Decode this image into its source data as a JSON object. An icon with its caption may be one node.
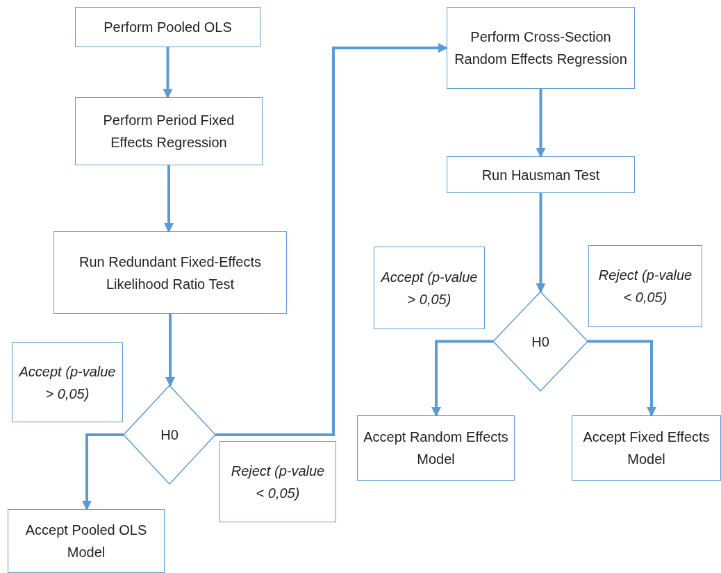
{
  "diagram": {
    "nodes": [
      {
        "text": [
          "Perform Pooled OLS"
        ]
      },
      {
        "text": [
          "Perform Period Fixed Effects Regression"
        ]
      },
      {
        "text": [
          "Run Redundant Fixed-Effects Likelihood Ratio Test"
        ]
      },
      {
        "text": [
          "Accept (p-value > 0,05)"
        ]
      },
      {
        "text": [
          "H0"
        ]
      },
      {
        "text": [
          "Reject (p-value < 0,05)"
        ]
      },
      {
        "text": [
          "Accept Pooled OLS Model"
        ]
      },
      {
        "text": [
          "Perform Cross-Section Random Effects Regression"
        ]
      },
      {
        "text": [
          "Run Hausman Test"
        ]
      },
      {
        "text": [
          "Accept (p-value > 0,05)"
        ]
      },
      {
        "text": [
          "Reject (p-value < 0,05)"
        ]
      },
      {
        "text": [
          "H0"
        ]
      },
      {
        "text": [
          "Accept Random Effects Model"
        ]
      },
      {
        "text": [
          "Accept Fixed Effects Model"
        ]
      }
    ],
    "edges": [
      {
        "from": 0,
        "to": 1,
        "arrow": "to"
      },
      {
        "from": 1,
        "to": 2,
        "arrow": "to"
      },
      {
        "from": 2,
        "to": 4,
        "arrow": "to"
      },
      {
        "from": 4,
        "to": 6,
        "arrow": "to"
      },
      {
        "from": 4,
        "to": 7,
        "arrow": "to"
      },
      {
        "from": 7,
        "to": 8,
        "arrow": "to"
      },
      {
        "from": 8,
        "to": 11,
        "arrow": "to"
      },
      {
        "from": 11,
        "to": 12,
        "arrow": "to"
      },
      {
        "from": 11,
        "to": 13,
        "arrow": "to"
      }
    ]
  }
}
